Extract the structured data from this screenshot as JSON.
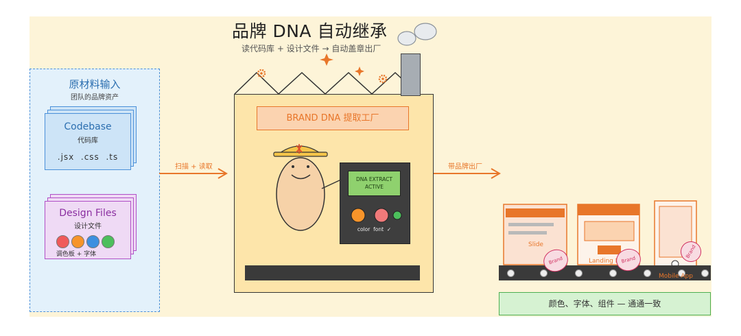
{
  "title": "品牌 DNA 自动继承",
  "subtitle": "读代码库 + 设计文件 → 自动盖章出厂",
  "raw_materials": {
    "title": "原材料输入",
    "subtitle": "团队的品牌资产",
    "codebase": {
      "title": "Codebase",
      "subtitle": "代码库",
      "extensions": ".jsx  .css  .ts"
    },
    "design_files": {
      "title": "Design Files",
      "subtitle": "设计文件",
      "palette_label": "调色板 + 字体",
      "swatches": [
        "#f05a5a",
        "#f7942a",
        "#3d8fe0",
        "#4cbf5c"
      ]
    }
  },
  "arrows": {
    "input_label": "扫描 + 读取",
    "output_label": "带品牌出厂"
  },
  "factory": {
    "sign": "BRAND DNA 提取工厂",
    "screen_text": "DNA EXTRACT\nACTIVE",
    "panel_label": "color  font  ✓",
    "buttons": [
      "#f7942a",
      "#f07a7a",
      "#4cbf5c"
    ]
  },
  "outputs": {
    "slide_label": "Slide",
    "landing_label": "Landing P",
    "mobile_label": "Mobile App",
    "stamp_label": "Brand"
  },
  "caption": "颜色、字体、组件 — 通通一致",
  "colors": {
    "accent": "#e8762a",
    "blue": "#4a90d9",
    "purple": "#b04fc6",
    "green": "#4caf50"
  }
}
